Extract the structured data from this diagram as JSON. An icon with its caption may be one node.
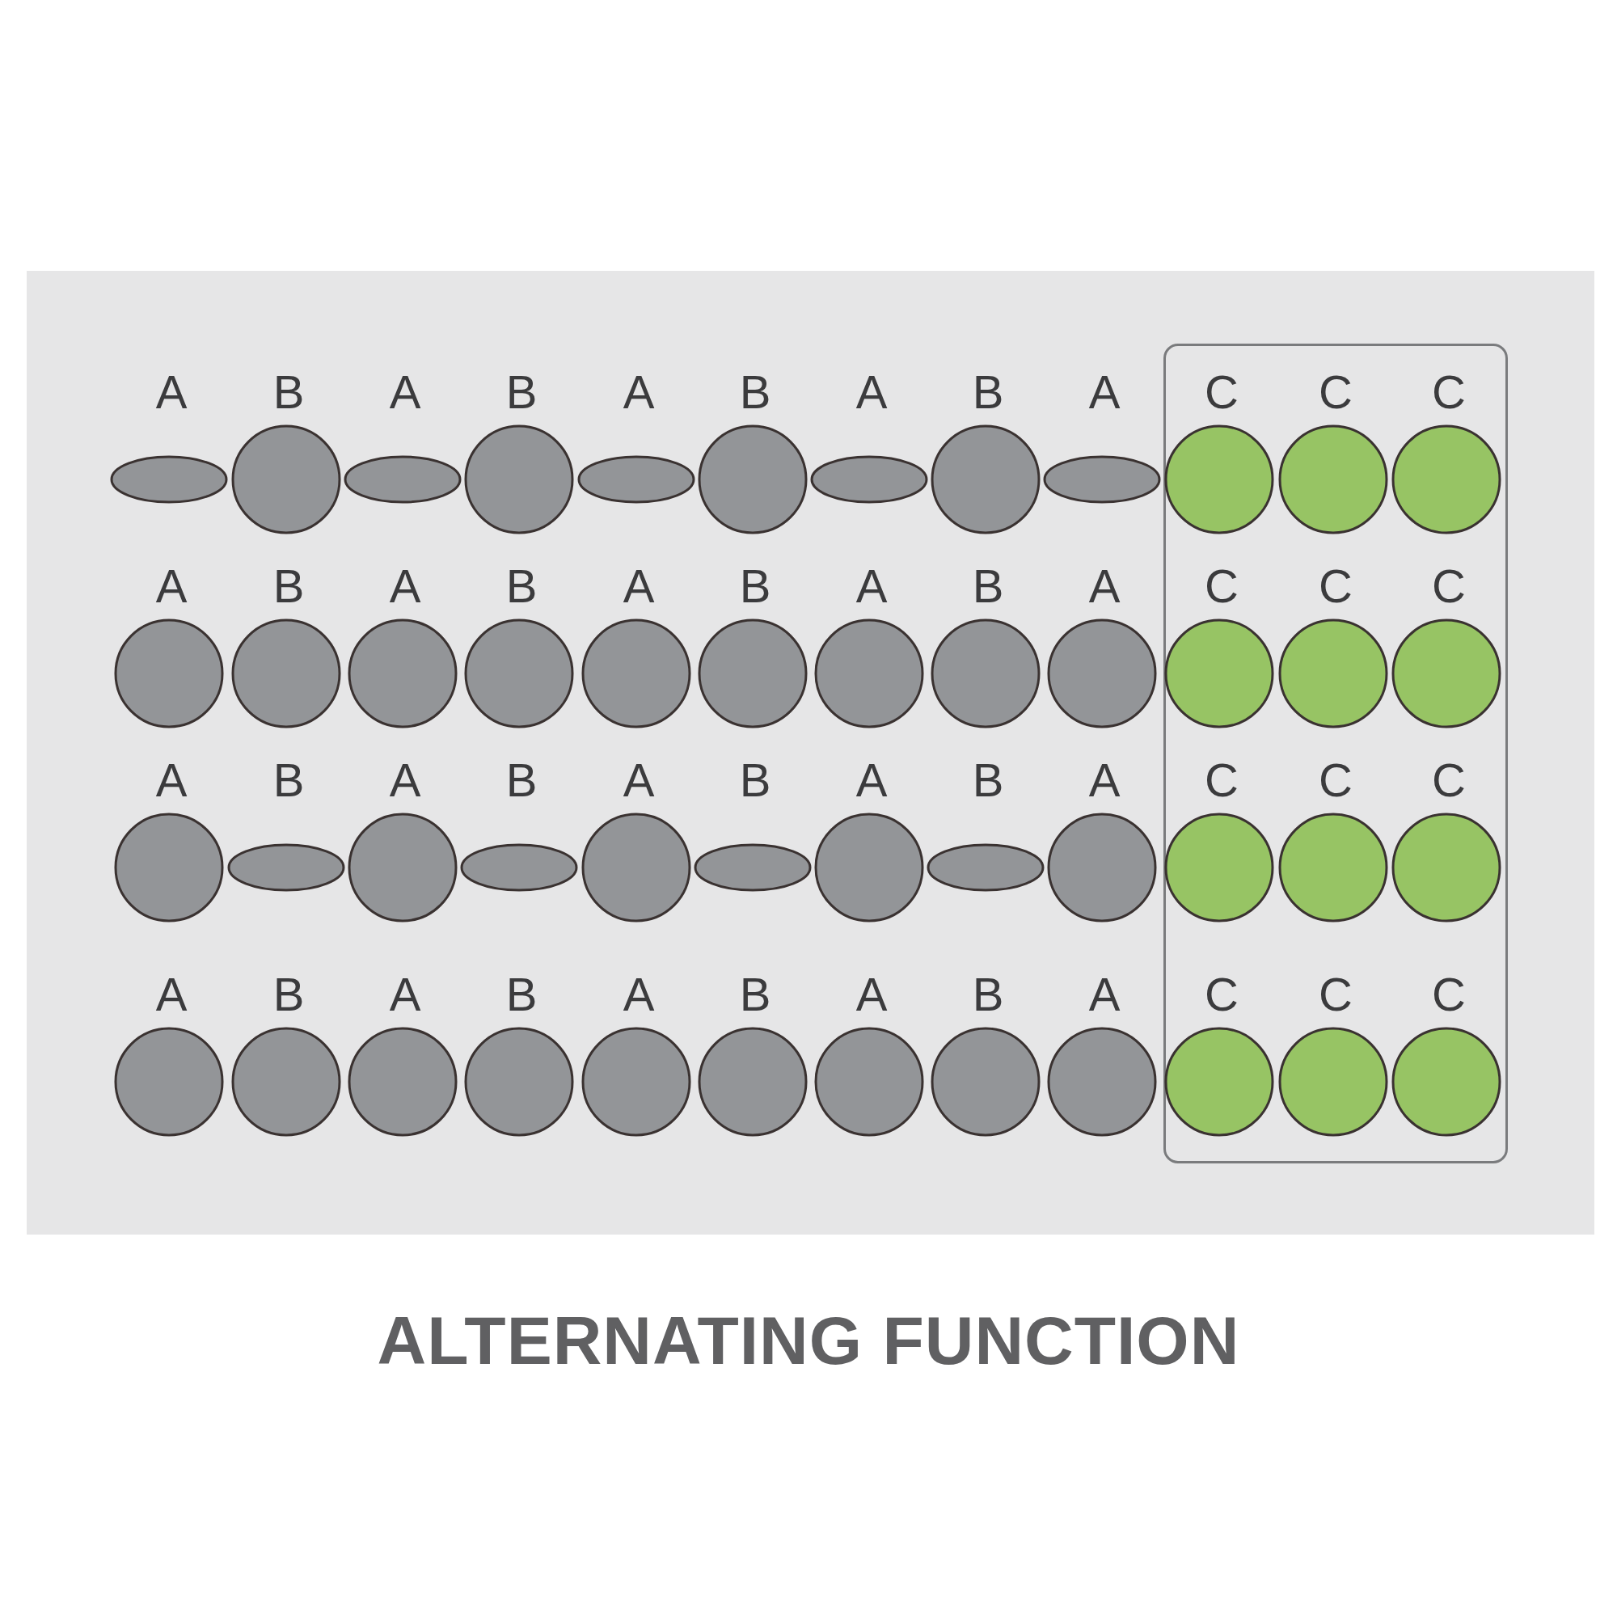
{
  "diagram": {
    "title": "ALTERNATING FUNCTION",
    "nodes": [
      {
        "text": [],
        "shape": "box"
      },
      {
        "text": [
          "A"
        ]
      },
      {
        "text": [
          "B"
        ]
      },
      {
        "text": [
          "A"
        ]
      },
      {
        "text": [
          "B"
        ]
      },
      {
        "text": [
          "A"
        ]
      },
      {
        "text": [
          "B"
        ]
      },
      {
        "text": [
          "A"
        ]
      },
      {
        "text": [
          "B"
        ]
      },
      {
        "text": [
          "A"
        ]
      },
      {
        "text": [
          "C"
        ],
        "in": 0
      },
      {
        "text": [
          "C"
        ],
        "in": 0
      },
      {
        "text": [
          "C"
        ],
        "in": 0
      },
      {
        "text": [
          "A"
        ]
      },
      {
        "text": [
          "B"
        ]
      },
      {
        "text": [
          "A"
        ]
      },
      {
        "text": [
          "B"
        ]
      },
      {
        "text": [
          "A"
        ]
      },
      {
        "text": [
          "B"
        ]
      },
      {
        "text": [
          "A"
        ]
      },
      {
        "text": [
          "B"
        ]
      },
      {
        "text": [
          "A"
        ]
      },
      {
        "text": [
          "C"
        ],
        "in": 0
      },
      {
        "text": [
          "C"
        ],
        "in": 0
      },
      {
        "text": [
          "C"
        ],
        "in": 0
      },
      {
        "text": [
          "A"
        ]
      },
      {
        "text": [
          "B"
        ]
      },
      {
        "text": [
          "A"
        ]
      },
      {
        "text": [
          "B"
        ]
      },
      {
        "text": [
          "A"
        ]
      },
      {
        "text": [
          "B"
        ]
      },
      {
        "text": [
          "A"
        ]
      },
      {
        "text": [
          "B"
        ]
      },
      {
        "text": [
          "A"
        ]
      },
      {
        "text": [
          "C"
        ],
        "in": 0
      },
      {
        "text": [
          "C"
        ],
        "in": 0
      },
      {
        "text": [
          "C"
        ],
        "in": 0
      },
      {
        "text": [
          "A"
        ]
      },
      {
        "text": [
          "B"
        ]
      },
      {
        "text": [
          "A"
        ]
      },
      {
        "text": [
          "B"
        ]
      },
      {
        "text": [
          "A"
        ]
      },
      {
        "text": [
          "B"
        ]
      },
      {
        "text": [
          "A"
        ]
      },
      {
        "text": [
          "B"
        ]
      },
      {
        "text": [
          "A"
        ]
      },
      {
        "text": [
          "C"
        ],
        "in": 0
      },
      {
        "text": [
          "C"
        ],
        "in": 0
      },
      {
        "text": [
          "C"
        ],
        "in": 0
      }
    ]
  }
}
